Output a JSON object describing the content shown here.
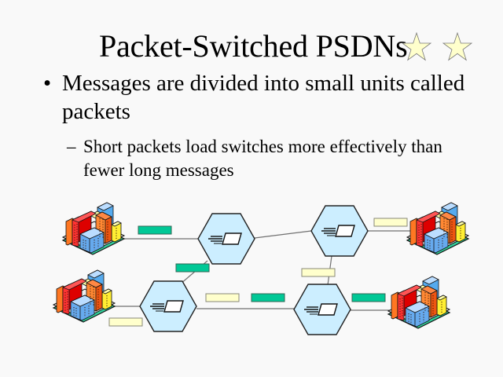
{
  "slide": {
    "title": "Packet-Switched PSDNs",
    "title_decoration": "star-icon",
    "bullets": [
      {
        "marker": "•",
        "text": "Messages are divided into small units called packets",
        "sub_bullets": [
          {
            "marker": "–",
            "text": "Short packets load switches more effectively than fewer long messages"
          }
        ]
      }
    ]
  },
  "diagram": {
    "description": "Packet-switched network: four building sites connected through four hexagonal packet switches, with small packets travelling on the links",
    "colors": {
      "switch_fill": "#cceeff",
      "packet_green": "#00c896",
      "packet_yellow": "#ffffcc",
      "link": "#707070",
      "star_fill": "#ffffcc"
    },
    "nodes": {
      "sites": [
        "site-top-left",
        "site-bottom-left",
        "site-top-right",
        "site-bottom-right"
      ],
      "switches": [
        "switch-top-left",
        "switch-top-right",
        "switch-bottom-left",
        "switch-bottom-right"
      ]
    },
    "links": [
      {
        "from": "site-top-left",
        "to": "switch-top-left",
        "packets": [
          "green"
        ]
      },
      {
        "from": "switch-top-left",
        "to": "switch-top-right",
        "packets": []
      },
      {
        "from": "switch-top-right",
        "to": "site-top-right",
        "packets": [
          "yellow"
        ]
      },
      {
        "from": "switch-top-left",
        "to": "switch-bottom-left",
        "packets": [
          "green"
        ]
      },
      {
        "from": "switch-top-right",
        "to": "switch-bottom-right",
        "packets": [
          "yellow"
        ]
      },
      {
        "from": "site-bottom-left",
        "to": "switch-bottom-left",
        "packets": [
          "yellow"
        ]
      },
      {
        "from": "switch-bottom-left",
        "to": "switch-bottom-right",
        "packets": [
          "yellow",
          "green"
        ]
      },
      {
        "from": "switch-bottom-right",
        "to": "site-bottom-right",
        "packets": [
          "green"
        ]
      }
    ]
  }
}
